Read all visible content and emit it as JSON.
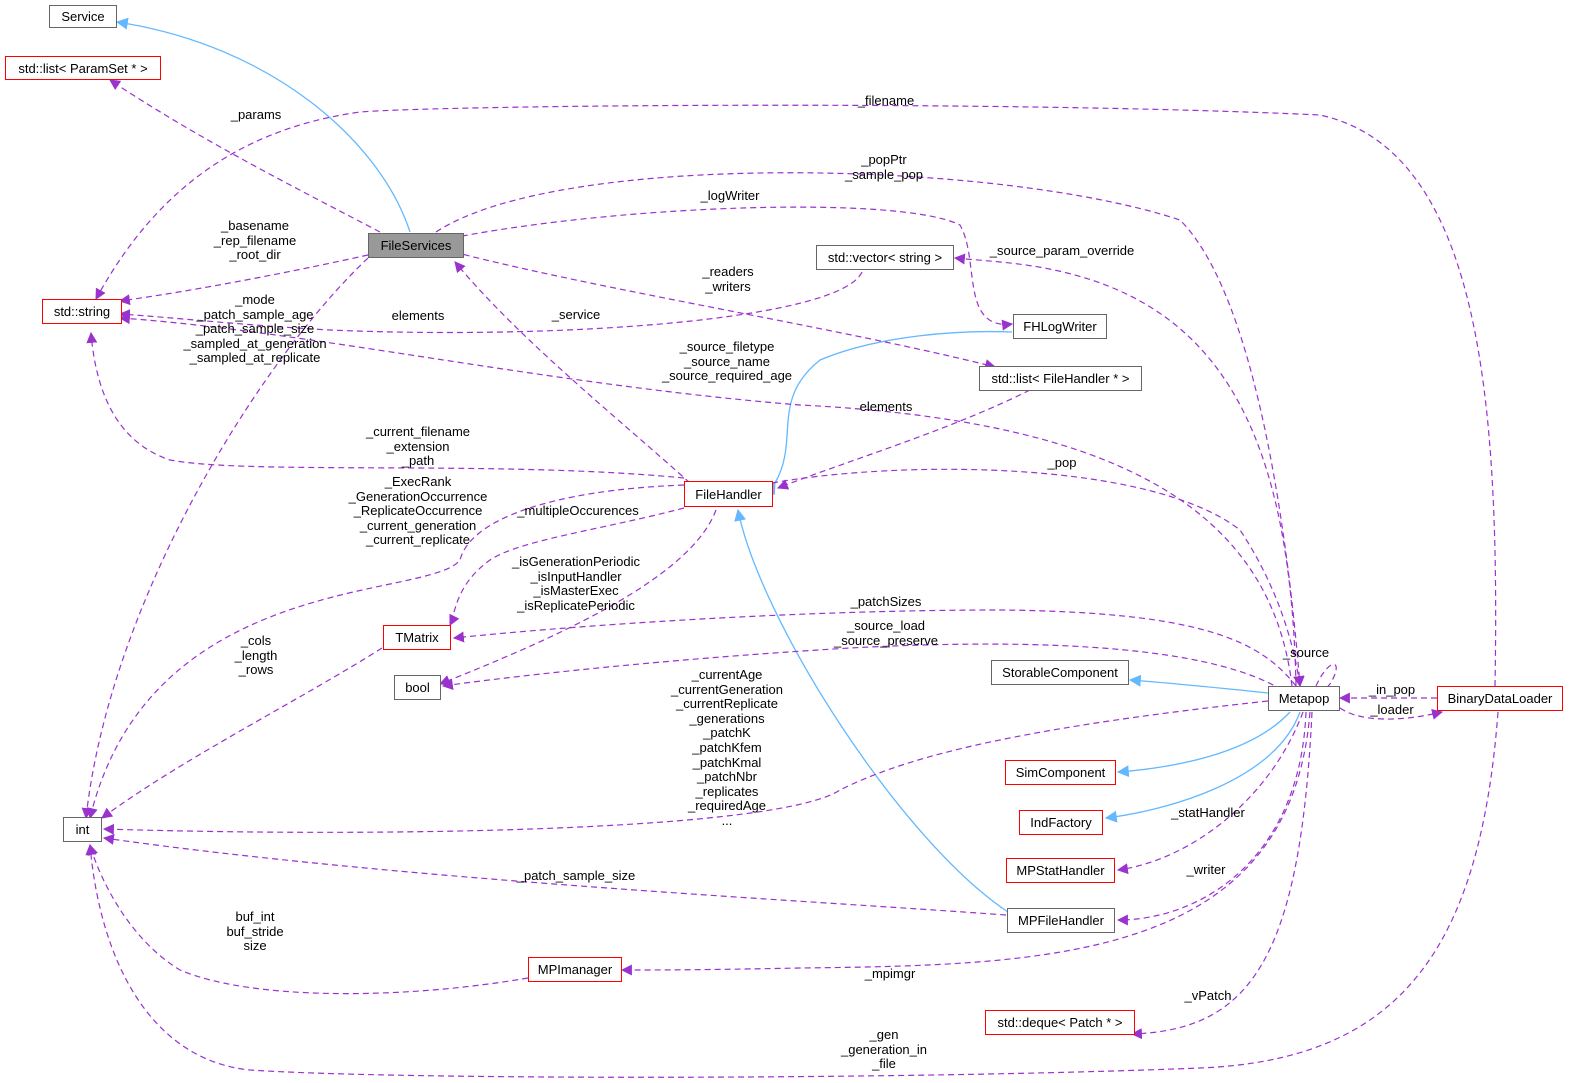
{
  "colors": {
    "inherit": "#63b8ff",
    "usage": "#9a32cd",
    "node_border": "#666666",
    "node_red_border": "#ff0000",
    "focus_fill": "#999999"
  },
  "nodes": {
    "service": "Service",
    "paramset_list": "std::list< ParamSet * >",
    "file_services": "FileServices",
    "std_string": "std::string",
    "std_vector_string": "std::vector< string >",
    "fh_log_writer": "FHLogWriter",
    "filehandler_list": "std::list< FileHandler * >",
    "file_handler": "FileHandler",
    "tmatrix": "TMatrix",
    "bool": "bool",
    "storable_component": "StorableComponent",
    "metapop": "Metapop",
    "binary_data_loader": "BinaryDataLoader",
    "sim_component": "SimComponent",
    "ind_factory": "IndFactory",
    "mp_stat_handler": "MPStatHandler",
    "mp_file_handler": "MPFileHandler",
    "int": "int",
    "mpi_manager": "MPImanager",
    "patch_deque": "std::deque< Patch * >"
  },
  "labels": {
    "params": [
      "_params"
    ],
    "filename": [
      "_filename"
    ],
    "popptr": [
      "_popPtr",
      "_sample_pop"
    ],
    "logwriter": [
      "_logWriter"
    ],
    "basename": [
      "_basename",
      "_rep_filename",
      "_root_dir"
    ],
    "source_param_override": [
      "_source_param_override"
    ],
    "readers": [
      "_readers",
      "_writers"
    ],
    "mode": [
      "_mode",
      "_patch_sample_age",
      "_patch_sample_size",
      "_sampled_at_generation",
      "_sampled_at_replicate"
    ],
    "elements_vec": [
      "elements"
    ],
    "service": [
      "_service"
    ],
    "source_filetype": [
      "_source_filetype",
      "_source_name",
      "_source_required_age"
    ],
    "elements_list": [
      "elements"
    ],
    "current_filename": [
      "_current_filename",
      "_extension",
      "_path"
    ],
    "pop": [
      "_pop"
    ],
    "execrank": [
      "_ExecRank",
      "_GenerationOccurrence",
      "_ReplicateOccurrence",
      "_current_generation",
      "_current_replicate"
    ],
    "multiple": [
      "_multipleOccurences"
    ],
    "isperiodic": [
      "_isGenerationPeriodic",
      "_isInputHandler",
      "_isMasterExec",
      "_isReplicatePeriodic"
    ],
    "patchsizes": [
      "_patchSizes"
    ],
    "source_load": [
      "_source_load",
      "_source_preserve"
    ],
    "source": [
      "_source"
    ],
    "cols": [
      "_cols",
      "_length",
      "_rows"
    ],
    "in_pop": [
      "_in_pop"
    ],
    "loader": [
      "_loader"
    ],
    "currentage": [
      "_currentAge",
      "_currentGeneration",
      "_currentReplicate",
      "_generations",
      "_patchK",
      "_patchKfem",
      "_patchKmal",
      "_patchNbr",
      "_replicates",
      "_requiredAge",
      "..."
    ],
    "stathandler": [
      "_statHandler"
    ],
    "writer": [
      "_writer"
    ],
    "patch_sample_size": [
      "_patch_sample_size"
    ],
    "buf": [
      "buf_int",
      "buf_stride",
      "size"
    ],
    "mpimgr": [
      "_mpimgr"
    ],
    "vpatch": [
      "_vPatch"
    ],
    "gen": [
      "_gen",
      "_generation_in",
      "_file"
    ]
  }
}
